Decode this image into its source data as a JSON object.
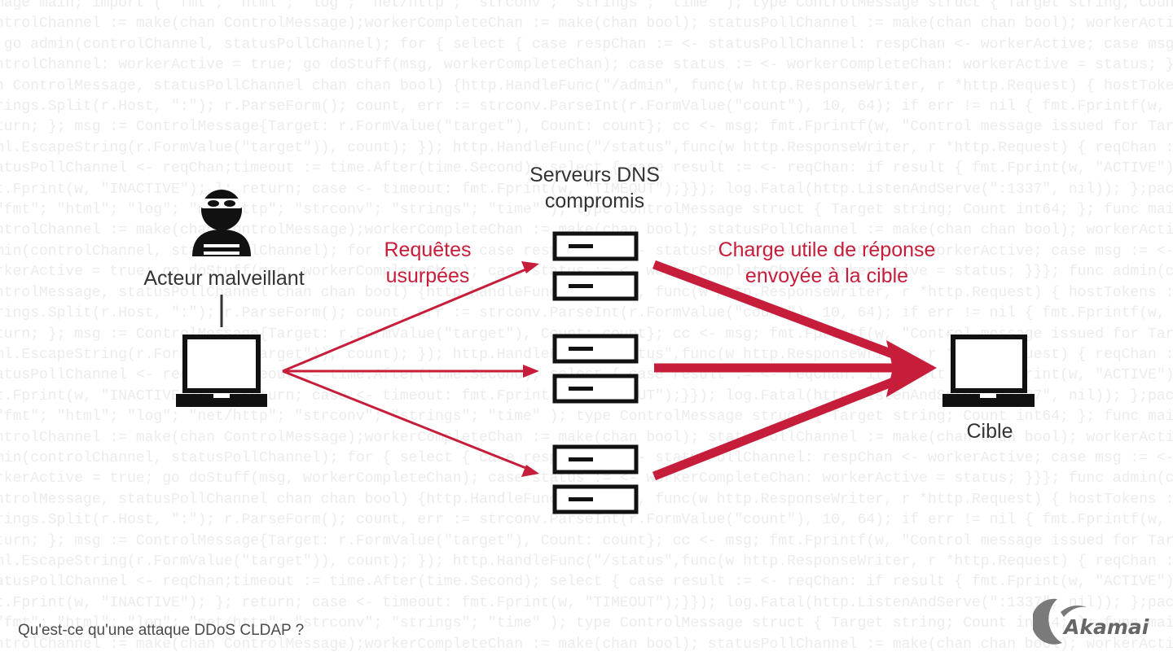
{
  "diagram": {
    "dns_label_line1": "Serveurs DNS",
    "dns_label_line2": "compromis",
    "attacker_label": "Acteur malveillant",
    "requests_label_line1": "Requêtes",
    "requests_label_line2": "usurpées",
    "payload_label_line1": "Charge utile de réponse",
    "payload_label_line2": "envoyée à la cible",
    "target_label": "Cible"
  },
  "footer": {
    "title": "Qu'est-ce qu'une attaque DDoS CLDAP ?",
    "brand": "Akamai"
  },
  "colors": {
    "accent": "#c61d3a",
    "icon": "#111111",
    "text": "#333333",
    "background_code": "#ececec"
  }
}
